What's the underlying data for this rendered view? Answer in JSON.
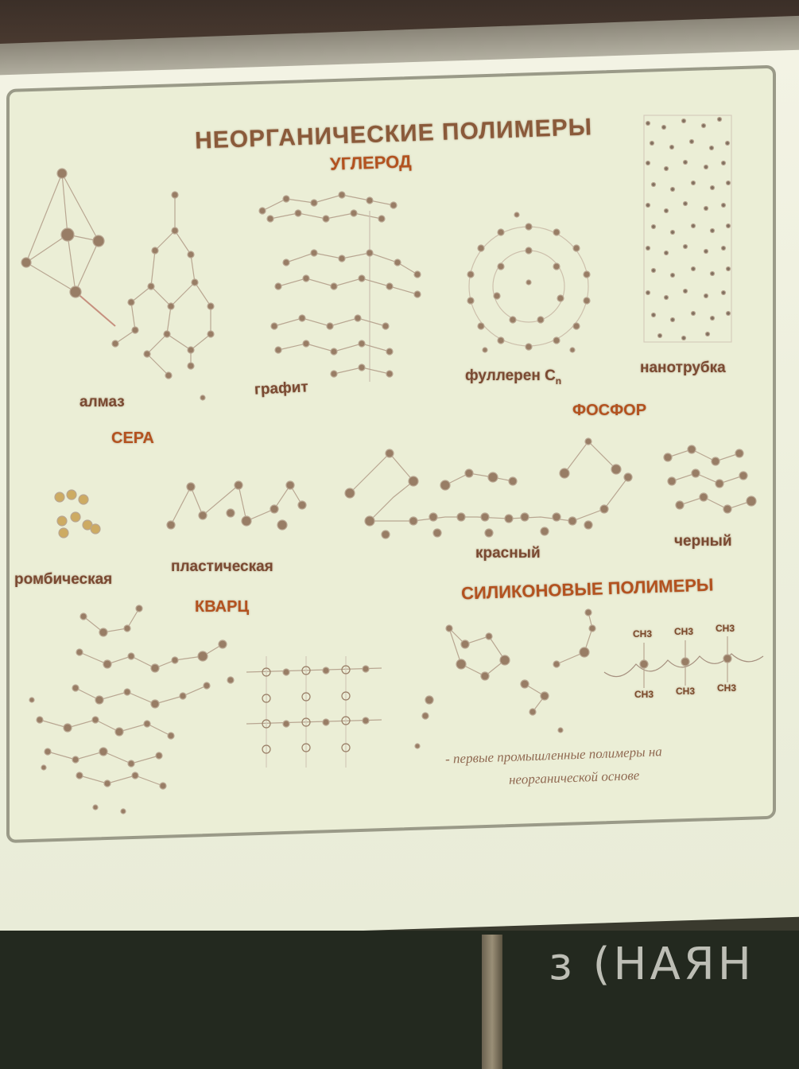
{
  "slide": {
    "title": "НЕОРГАНИЧЕСКИЕ ПОЛИМЕРЫ",
    "sections": {
      "carbon": "УГЛЕРОД",
      "sulfur": "СЕРА",
      "phosphorus": "ФОСФОР",
      "quartz": "КВАРЦ",
      "silicone": "СИЛИКОНОВЫЕ ПОЛИМЕРЫ"
    },
    "labels": {
      "diamond": "алмаз",
      "graphite": "графит",
      "fullerene": "фуллерен C",
      "fullerene_sub": "n",
      "nanotube": "нанотрубка",
      "rhombic": "ромбическая",
      "plastic": "пластическая",
      "red": "красный",
      "black": "черный"
    },
    "silicone_groups": [
      "CH3",
      "CH3",
      "CH3",
      "CH3",
      "CH3",
      "CH3"
    ],
    "note_line1": "- первые промышленные полимеры на",
    "note_line2": "неорганической основе"
  },
  "chalkboard": {
    "text": "з (НАЯН"
  },
  "colors": {
    "heading": "#b3521f",
    "label": "#7a4a32",
    "screen": "#ebeed6",
    "chalkboard": "#23291f"
  }
}
